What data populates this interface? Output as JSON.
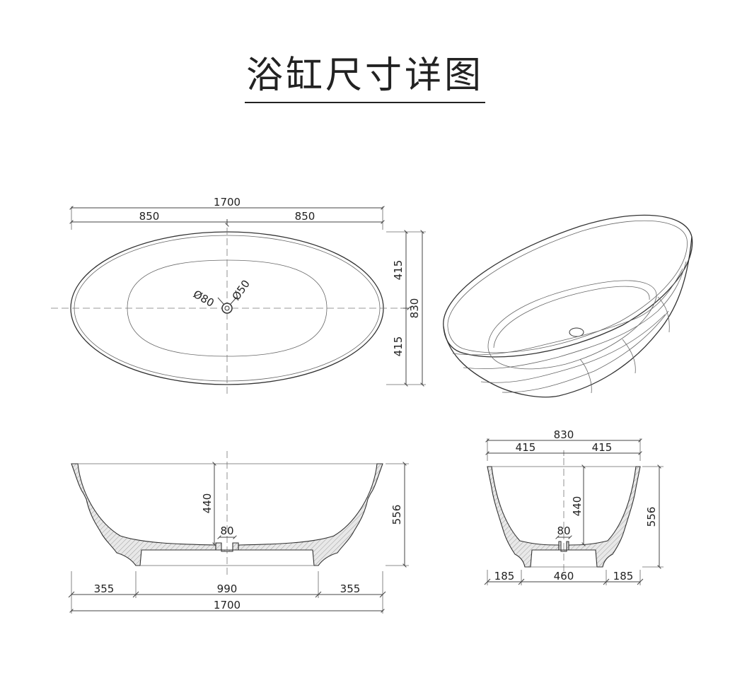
{
  "title": "浴缸尺寸详图",
  "top_view": {
    "length": "1700",
    "half_left": "850",
    "half_right": "850",
    "half_width_top": "415",
    "half_width_bottom": "415",
    "width": "830",
    "overflow_dia": "Ø80",
    "drain_dia": "Ø50"
  },
  "front_view": {
    "inner_depth": "440",
    "height": "556",
    "drain": "80",
    "left_segment": "355",
    "middle_segment": "990",
    "right_segment": "355",
    "length": "1700"
  },
  "side_view": {
    "width": "830",
    "half_left": "415",
    "half_right": "415",
    "inner_depth": "440",
    "height": "556",
    "drain": "80",
    "left_segment": "185",
    "middle_segment": "460",
    "right_segment": "185"
  }
}
